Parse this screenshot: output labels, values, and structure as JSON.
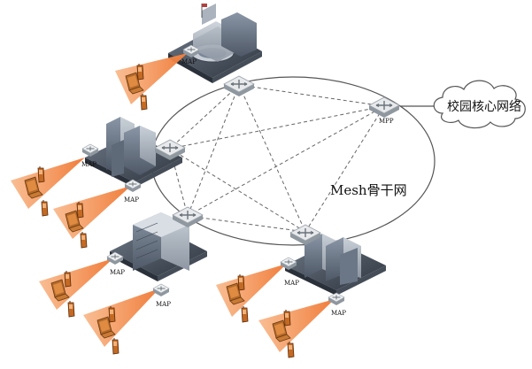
{
  "diagram": {
    "cloud_label": "校园核心网络",
    "mesh_label": "Mesh骨干网",
    "mpp_label": "MPP",
    "map_label": "MAP"
  },
  "icons": {
    "router": "wireless-router-icon",
    "building": "building-icon",
    "laptop": "laptop-icon",
    "phone": "mobile-phone-icon",
    "cloud": "cloud-icon"
  },
  "colors": {
    "coverage_fill": "#f07c3a",
    "router_top": "#e4e4e4",
    "ellipse_stroke": "#555555",
    "dashed_link": "#666666"
  }
}
